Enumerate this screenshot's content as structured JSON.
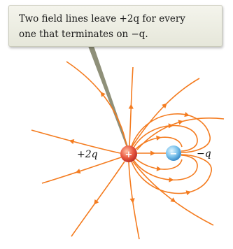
{
  "callout": {
    "line1": "Two field lines leave +2q for every",
    "line2": "one that terminates on −q."
  },
  "charges": {
    "positive_label": "+2q",
    "positive_sign": "+",
    "negative_label": "−q",
    "negative_sign": "−"
  },
  "colors": {
    "field_line": "#f47c20",
    "positive_charge": "#e8473a",
    "negative_charge": "#4aa3df",
    "pointer": "#8f9079"
  }
}
